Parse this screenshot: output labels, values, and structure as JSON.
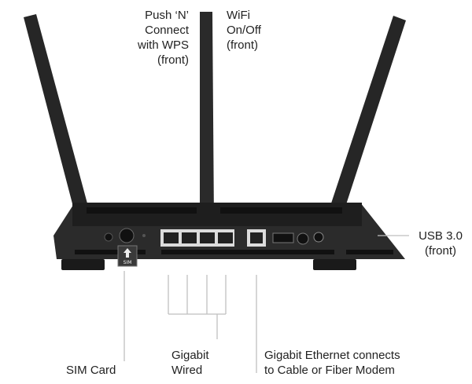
{
  "labels": {
    "wps": [
      "Push ‘N’",
      "Connect",
      "with WPS",
      "(front)"
    ],
    "wifi": [
      "WiFi",
      "On/Off",
      "(front)"
    ],
    "usb": [
      "USB 3.0",
      "(front)"
    ],
    "sim": "SIM Card",
    "gigabit_wired": [
      "Gigabit",
      "Wired"
    ],
    "ethernet": [
      "Gigabit Ethernet connects",
      "to Cable or Fiber Modem"
    ]
  },
  "device_marks": {
    "sim_slot_text": "SIM"
  },
  "colors": {
    "router_body": "#2b2b2b",
    "router_dark": "#1a1a1a",
    "antenna": "#262626",
    "ports": "#dcdcdc",
    "lines": "#bfbfbf"
  }
}
